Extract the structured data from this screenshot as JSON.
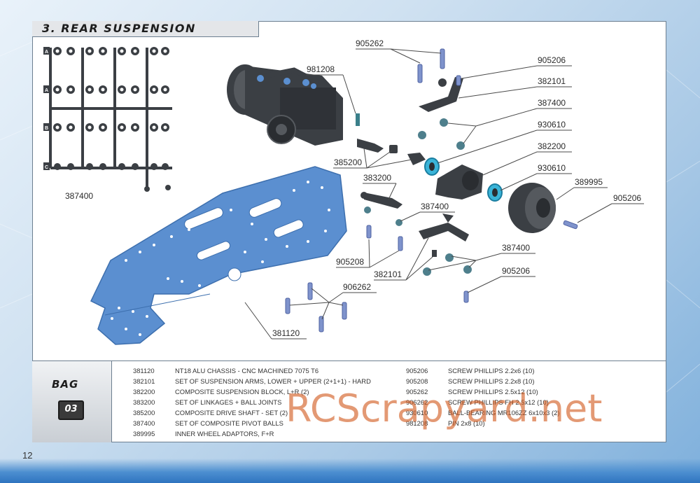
{
  "section_title": "3. REAR SUSPENSION",
  "sprue_label": "387400",
  "sprue_letters": [
    "A",
    "A",
    "B",
    "C"
  ],
  "callouts": {
    "c905262_top": "905262",
    "c905206_a": "905206",
    "c981208": "981208",
    "c382101_top": "382101",
    "c387400_a": "387400",
    "c930610_a": "930610",
    "c382200": "382200",
    "c930610_b": "930610",
    "c389995": "389995",
    "c905206_b": "905206",
    "c385200": "385200",
    "c383200": "383200",
    "c387400_b": "387400",
    "c905208": "905208",
    "c382101_bottom": "382101",
    "c387400_c": "387400",
    "c905206_c": "905206",
    "c906262": "906262",
    "c381120": "381120"
  },
  "bag": {
    "label": "BAG",
    "number": "03"
  },
  "parts_left": [
    {
      "code": "381120",
      "desc": "NT18 ALU CHASSIS - CNC MACHINED 7075 T6"
    },
    {
      "code": "382101",
      "desc": "SET OF SUSPENSION ARMS, LOWER + UPPER (2+1+1) - HARD"
    },
    {
      "code": "382200",
      "desc": "COMPOSITE SUSPENSION BLOCK, L+R (2)"
    },
    {
      "code": "383200",
      "desc": "SET OF LINKAGES + BALL JOINTS"
    },
    {
      "code": "385200",
      "desc": "COMPOSITE DRIVE SHAFT - SET (2)"
    },
    {
      "code": "387400",
      "desc": "SET OF COMPOSITE PIVOT BALLS"
    },
    {
      "code": "389995",
      "desc": "INNER WHEEL ADAPTORS, F+R"
    }
  ],
  "parts_right": [
    {
      "code": "905206",
      "desc": "SCREW PHILLIPS 2.2x6 (10)"
    },
    {
      "code": "905208",
      "desc": "SCREW PHILLIPS 2.2x8 (10)"
    },
    {
      "code": "905262",
      "desc": "SCREW PHILLIPS 2.5x12 (10)"
    },
    {
      "code": "906262",
      "desc": "SCREW PHILLIPS FH 2.5x12 (10)"
    },
    {
      "code": "930610",
      "desc": "BALL-BEARING MR106ZZ 6x10x3 (2)"
    },
    {
      "code": "981208",
      "desc": "PIN 2x8 (10)"
    }
  ],
  "watermark": "RCScrapyard.net",
  "page_number": "12",
  "colors": {
    "part_blue": "#5b8fd0",
    "part_dark": "#3b3f44",
    "panel_border": "#6d7f90"
  }
}
